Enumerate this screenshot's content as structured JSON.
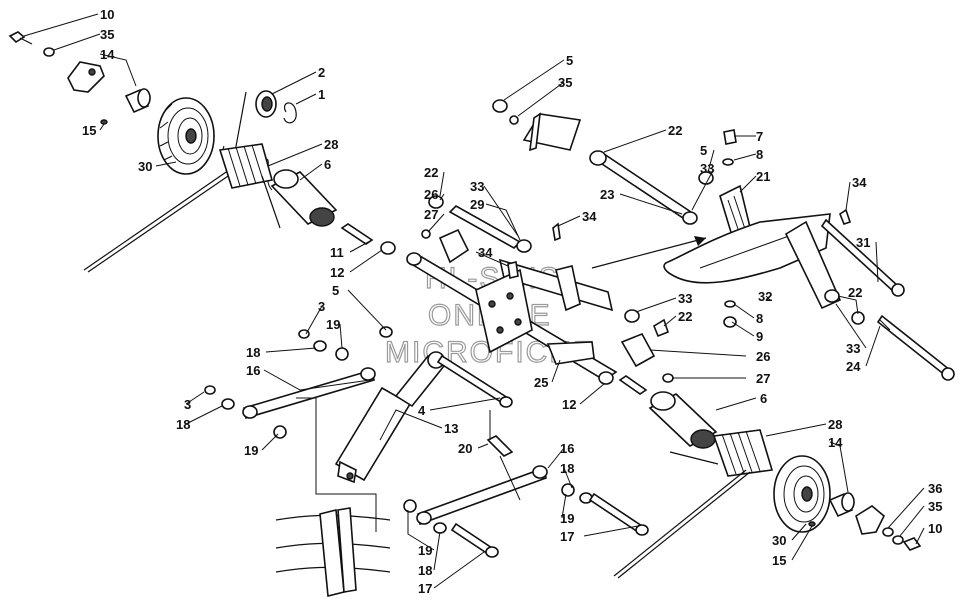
{
  "watermark": [
    "HL-SMIS",
    "ONLINE",
    "MICROFICHE"
  ],
  "callouts": [
    {
      "id": "c1",
      "text": "10"
    },
    {
      "id": "c2",
      "text": "35"
    },
    {
      "id": "c3",
      "text": "14"
    },
    {
      "id": "c4",
      "text": "15"
    },
    {
      "id": "c5",
      "text": "30"
    },
    {
      "id": "c6",
      "text": "2"
    },
    {
      "id": "c7",
      "text": "1"
    },
    {
      "id": "c8",
      "text": "28"
    },
    {
      "id": "c9",
      "text": "6"
    },
    {
      "id": "c10",
      "text": "5"
    },
    {
      "id": "c11",
      "text": "35"
    },
    {
      "id": "c12",
      "text": "22"
    },
    {
      "id": "c13",
      "text": "7"
    },
    {
      "id": "c14",
      "text": "5"
    },
    {
      "id": "c15",
      "text": "8"
    },
    {
      "id": "c16",
      "text": "33"
    },
    {
      "id": "c17",
      "text": "21"
    },
    {
      "id": "c18",
      "text": "23"
    },
    {
      "id": "c19",
      "text": "34"
    },
    {
      "id": "c20",
      "text": "22"
    },
    {
      "id": "c21",
      "text": "33"
    },
    {
      "id": "c22",
      "text": "26"
    },
    {
      "id": "c23",
      "text": "29"
    },
    {
      "id": "c24",
      "text": "27"
    },
    {
      "id": "c25",
      "text": "34"
    },
    {
      "id": "c26",
      "text": "34"
    },
    {
      "id": "c27",
      "text": "31"
    },
    {
      "id": "c28",
      "text": "11"
    },
    {
      "id": "c29",
      "text": "12"
    },
    {
      "id": "c30",
      "text": "22"
    },
    {
      "id": "c31",
      "text": "32"
    },
    {
      "id": "c32",
      "text": "5"
    },
    {
      "id": "c33",
      "text": "3"
    },
    {
      "id": "c34",
      "text": "19"
    },
    {
      "id": "c35",
      "text": "18"
    },
    {
      "id": "c36",
      "text": "16"
    },
    {
      "id": "c37",
      "text": "33"
    },
    {
      "id": "c38",
      "text": "22"
    },
    {
      "id": "c39",
      "text": "8"
    },
    {
      "id": "c40",
      "text": "9"
    },
    {
      "id": "c41",
      "text": "33"
    },
    {
      "id": "c42",
      "text": "24"
    },
    {
      "id": "c43",
      "text": "26"
    },
    {
      "id": "c44",
      "text": "25"
    },
    {
      "id": "c45",
      "text": "27"
    },
    {
      "id": "c46",
      "text": "12"
    },
    {
      "id": "c47",
      "text": "3"
    },
    {
      "id": "c48",
      "text": "18"
    },
    {
      "id": "c49",
      "text": "4"
    },
    {
      "id": "c50",
      "text": "6"
    },
    {
      "id": "c51",
      "text": "13"
    },
    {
      "id": "c52",
      "text": "19"
    },
    {
      "id": "c53",
      "text": "20"
    },
    {
      "id": "c54",
      "text": "28"
    },
    {
      "id": "c55",
      "text": "14"
    },
    {
      "id": "c56",
      "text": "16"
    },
    {
      "id": "c57",
      "text": "18"
    },
    {
      "id": "c58",
      "text": "36"
    },
    {
      "id": "c59",
      "text": "35"
    },
    {
      "id": "c60",
      "text": "19"
    },
    {
      "id": "c61",
      "text": "17"
    },
    {
      "id": "c62",
      "text": "10"
    },
    {
      "id": "c63",
      "text": "30"
    },
    {
      "id": "c64",
      "text": "15"
    },
    {
      "id": "c65",
      "text": "19"
    },
    {
      "id": "c66",
      "text": "18"
    },
    {
      "id": "c67",
      "text": "17"
    }
  ]
}
